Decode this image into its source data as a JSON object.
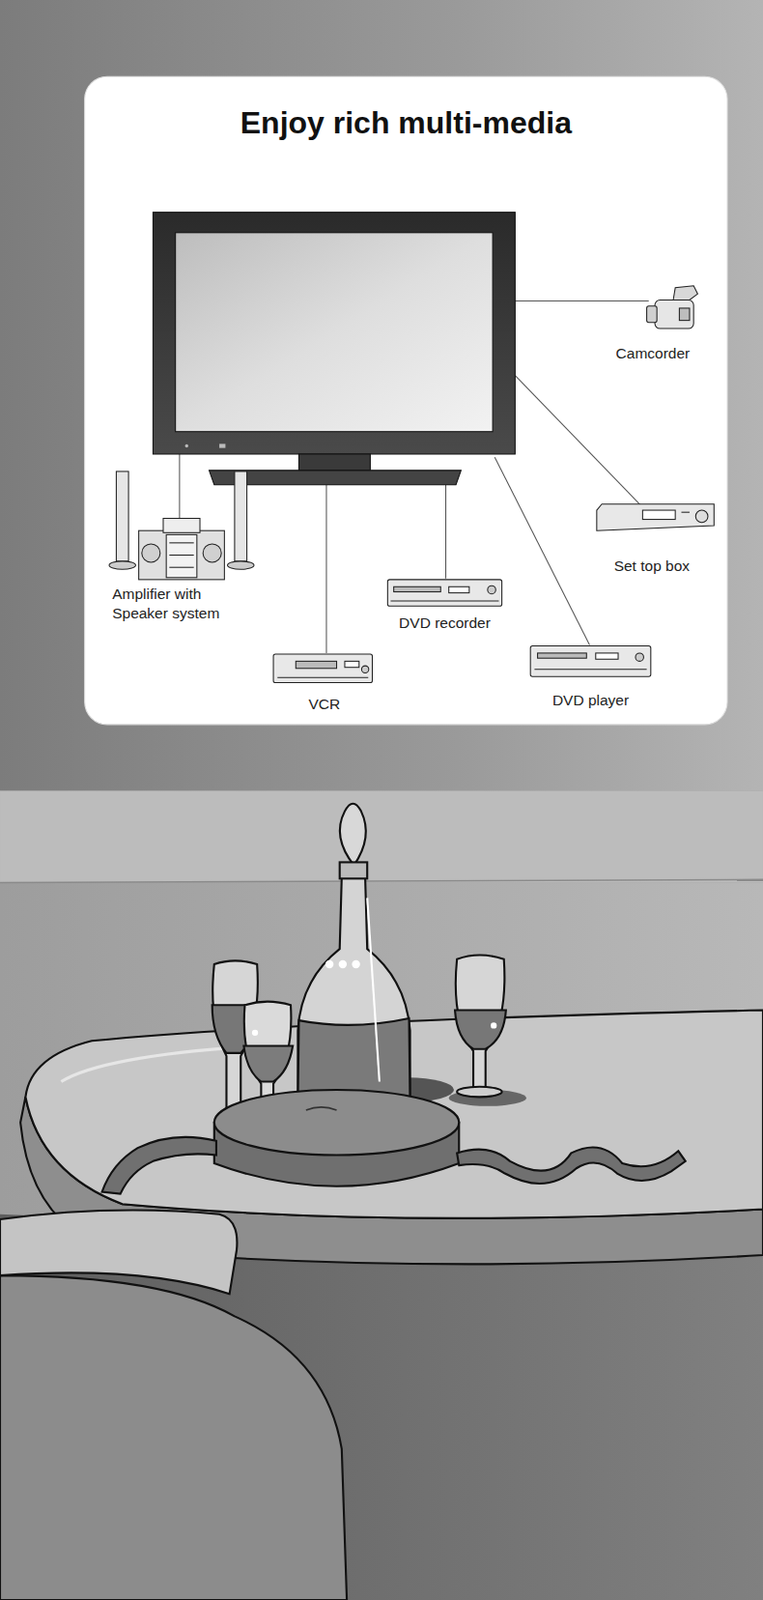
{
  "diagram": {
    "title": "Enjoy rich multi-media",
    "labels": [
      "Camcorder",
      "Set top box",
      "Amplifier with Speaker system",
      "DVD recorder",
      "DVD player",
      "VCR"
    ]
  }
}
